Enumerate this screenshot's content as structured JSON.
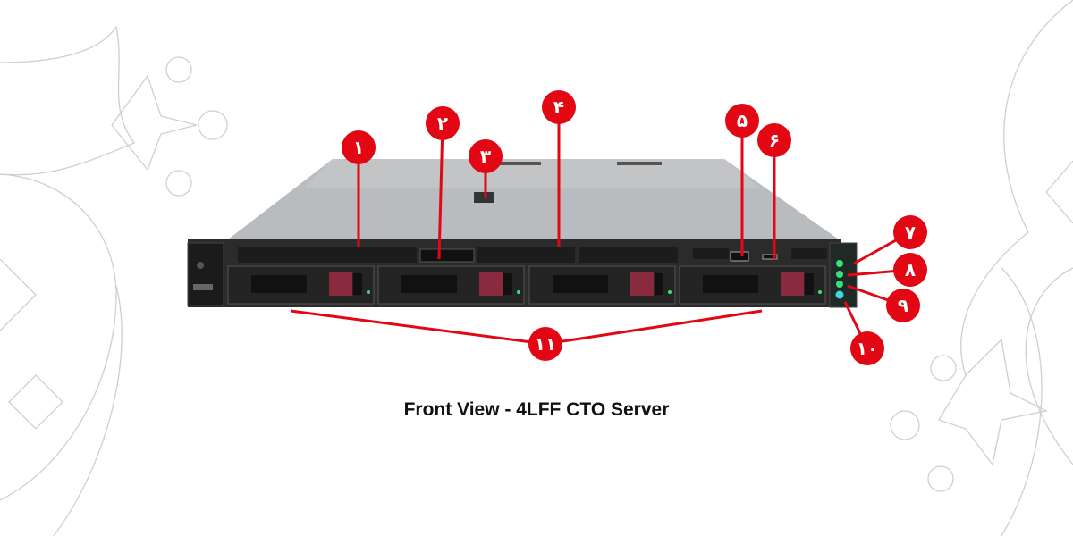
{
  "caption": "Front View - 4LFF CTO Server",
  "colors": {
    "callout": "#e30613",
    "chassis": "#2b2b2b",
    "top": "#b9bcbf",
    "drive_latch": "#8a2a3e",
    "led_green": "#39e07a",
    "led_blue": "#3fd6e0"
  },
  "callouts": [
    {
      "id": 1,
      "label": "۱"
    },
    {
      "id": 2,
      "label": "۲"
    },
    {
      "id": 3,
      "label": "۳"
    },
    {
      "id": 4,
      "label": "۴"
    },
    {
      "id": 5,
      "label": "۵"
    },
    {
      "id": 6,
      "label": "۶"
    },
    {
      "id": 7,
      "label": "۷"
    },
    {
      "id": 8,
      "label": "۸"
    },
    {
      "id": 9,
      "label": "۹"
    },
    {
      "id": 10,
      "label": "۱۰"
    },
    {
      "id": 11,
      "label": "۱۱"
    }
  ]
}
